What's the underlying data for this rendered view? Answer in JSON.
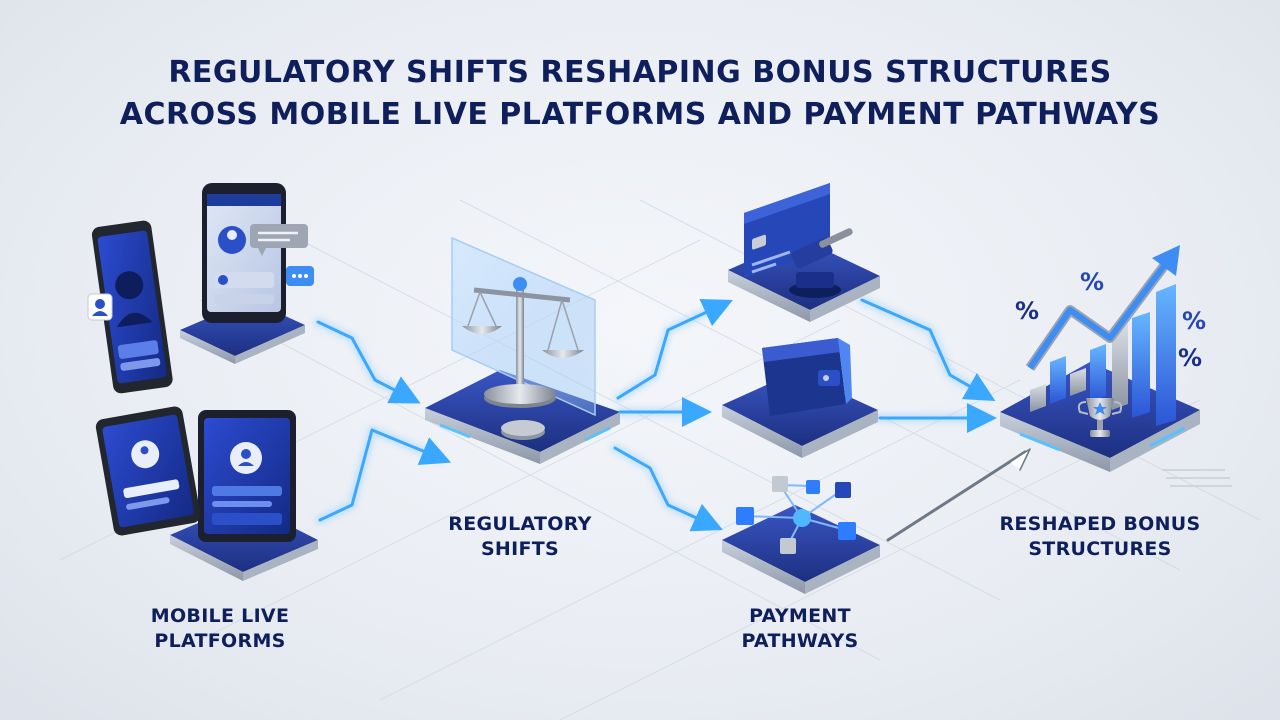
{
  "title": {
    "line1": "REGULATORY SHIFTS RESHAPING BONUS STRUCTURES",
    "line2": "ACROSS MOBILE LIVE PLATFORMS AND PAYMENT PATHWAYS"
  },
  "nodes": {
    "mobile": {
      "line1": "MOBILE LIVE",
      "line2": "PLATFORMS"
    },
    "regulatory": {
      "line1": "REGULATORY",
      "line2": "SHIFTS"
    },
    "payment": {
      "line1": "PAYMENT",
      "line2": "PATHWAYS"
    },
    "bonus": {
      "line1": "RESHAPED BONUS",
      "line2": "STRUCTURES"
    }
  },
  "chart_icon": {
    "percent_symbol": "%"
  },
  "colors": {
    "navy": "#0f1f5c",
    "platform_blue": "#27409a",
    "accent_cyan": "#4fb8ff",
    "bright_blue": "#2f7dff"
  },
  "icons": [
    "smartphone-icon",
    "tablet-icon",
    "chat-bubble-icon",
    "user-avatar-icon",
    "scales-of-justice-icon",
    "credit-card-icon",
    "gavel-icon",
    "wallet-icon",
    "network-nodes-icon",
    "growth-chart-icon",
    "trophy-icon",
    "percent-icon"
  ]
}
